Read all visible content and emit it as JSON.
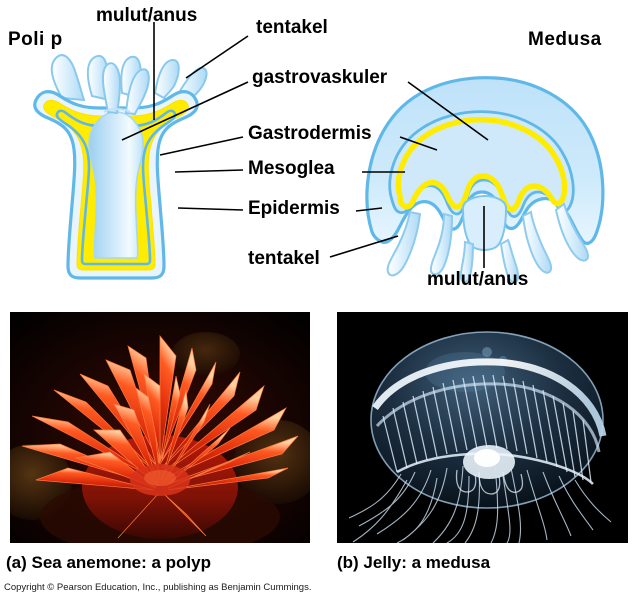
{
  "figure": {
    "title_left": "Poli p",
    "title_right": "Medusa",
    "callouts": {
      "mulut_anus_top": "mulut/anus",
      "tentakel_top": "tentakel",
      "gastrovaskuler": "gastrovaskuler",
      "gastrodermis": "Gastrodermis",
      "mesoglea": "Mesoglea",
      "epidermis": "Epidermis",
      "tentakel_bottom": "tentakel",
      "mulut_anus_bottom": "mulut/anus"
    },
    "captions": {
      "a": "(a) Sea anemone: a polyp",
      "b": "(b) Jelly: a medusa"
    },
    "copyright": "Copyright © Pearson Education, Inc., publishing as Benjamin Cummings.",
    "colors": {
      "outline_blue": "#5fb8e8",
      "fill_pale_blue": "#cfe8fa",
      "fill_light_blue": "#a9d8f3",
      "mesoglea_yellow": "#ffec00",
      "white": "#ffffff",
      "anemone_red": "#e8240c",
      "jelly_white": "#dbe9f5",
      "photo_background": "#000000",
      "text": "#000000"
    },
    "photos": {
      "anemone_alt": "sea-anemone-photo",
      "jelly_alt": "crystal-jelly-photo"
    }
  }
}
